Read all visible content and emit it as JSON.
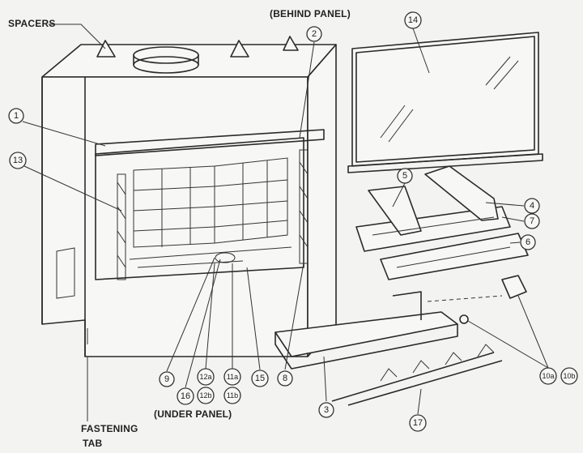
{
  "labels": {
    "spacers": "SPACERS",
    "behind_panel": "(BEHIND PANEL)",
    "under_panel": "(UNDER PANEL)",
    "fastening_tab_1": "FASTENING",
    "fastening_tab_2": "TAB"
  },
  "callouts": [
    "1",
    "2",
    "14",
    "13",
    "5",
    "4",
    "7",
    "6",
    "9",
    "16",
    "12a",
    "12b",
    "11a",
    "11b",
    "15",
    "8",
    "3",
    "17",
    "10a",
    "10b"
  ]
}
